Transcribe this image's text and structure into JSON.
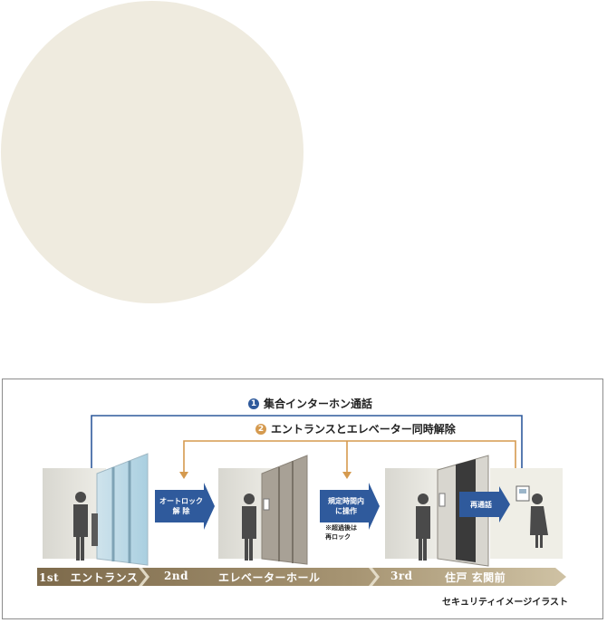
{
  "diagram": {
    "flow1": {
      "number": "1",
      "label": "集合インターホン通話",
      "color": "#2f5a9c"
    },
    "flow2": {
      "number": "2",
      "label": "エントランスとエレベーター同時解除",
      "color": "#d59a4f"
    },
    "step_unlock": "オートロック\n解 除",
    "step_operate": "規定時間内\nに操作",
    "step_note": "※超過後は\n再ロック",
    "step_call": "再通話",
    "stages": {
      "first": "1st　エントランス",
      "second_num": "2nd",
      "second_name": "エレベーターホール",
      "third_num": "3rd",
      "third_name": "住戸 玄関前"
    },
    "caption": "セキュリティイメージイラスト",
    "colors": {
      "band": "#8c7a5c",
      "wall": "#e2e1db",
      "person": "#4a4a4a",
      "arrow": "#2f5a9c"
    }
  }
}
